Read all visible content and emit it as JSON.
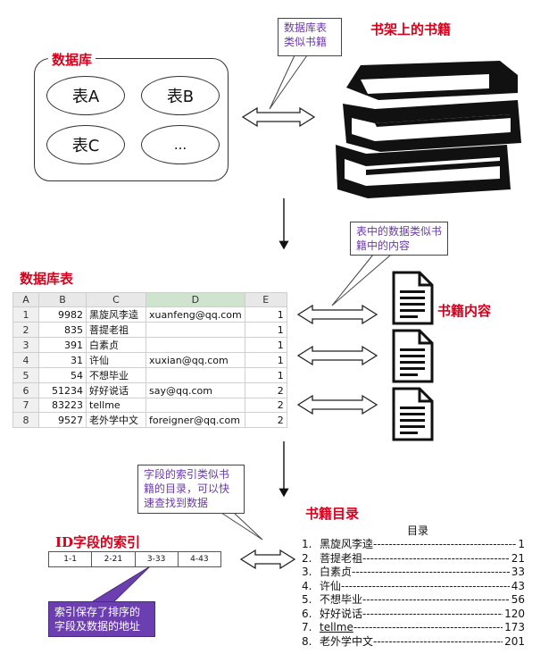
{
  "bookshelf_title": "书架上的书籍",
  "callout_db_like_books": "数据库表类似书籍",
  "database": {
    "label": "数据库",
    "tables": [
      "表A",
      "表B",
      "表C",
      "..."
    ]
  },
  "db_table_title": "数据库表",
  "callout_table_like_content": "表中的数据类似书籍中的内容",
  "book_content_title": "书籍内容",
  "sheet": {
    "columns": [
      "A",
      "B",
      "C",
      "D",
      "E"
    ],
    "rows": [
      [
        "1",
        "9982",
        "黑旋风李逵",
        "xuanfeng@qq.com",
        "1"
      ],
      [
        "2",
        "835",
        "菩提老祖",
        "",
        "1"
      ],
      [
        "3",
        "391",
        "白素贞",
        "",
        "1"
      ],
      [
        "4",
        "31",
        "许仙",
        "xuxian@qq.com",
        "1"
      ],
      [
        "5",
        "54",
        "不想毕业",
        "",
        "1"
      ],
      [
        "6",
        "51234",
        "好好说话",
        "say@qq.com",
        "2"
      ],
      [
        "7",
        "83223",
        "tellme",
        "",
        "2"
      ],
      [
        "8",
        "9527",
        "老外学中文",
        "foreigner@qq.com",
        "2"
      ]
    ]
  },
  "callout_index_like_toc": "字段的索引类似书籍的目录，可以快速查找到数据",
  "id_index_title": "ID字段的索引",
  "index_cells": [
    "1-1",
    "2-21",
    "3-33",
    "4-43"
  ],
  "callout_index_stores": "索引保存了排序的字段及数据的地址",
  "toc_title_red": "书籍目录",
  "toc": {
    "heading": "目录",
    "entries": [
      {
        "num": "1.",
        "name": "黑旋风李逵",
        "page": "1"
      },
      {
        "num": "2.",
        "name": "菩提老祖",
        "page": "21"
      },
      {
        "num": "3.",
        "name": "白素贞",
        "page": "33"
      },
      {
        "num": "4.",
        "name": "许仙",
        "page": "43"
      },
      {
        "num": "5.",
        "name": "不想毕业",
        "page": "56"
      },
      {
        "num": "6.",
        "name": "好好说话",
        "page": "120"
      },
      {
        "num": "7.",
        "name": "tellme",
        "page": "173"
      },
      {
        "num": "8.",
        "name": "老外学中文",
        "page": "201"
      }
    ]
  },
  "colors": {
    "title_red": "#d6001c",
    "callout_text": "#6a3aa8",
    "callout_fill": "#6c3fb0"
  }
}
